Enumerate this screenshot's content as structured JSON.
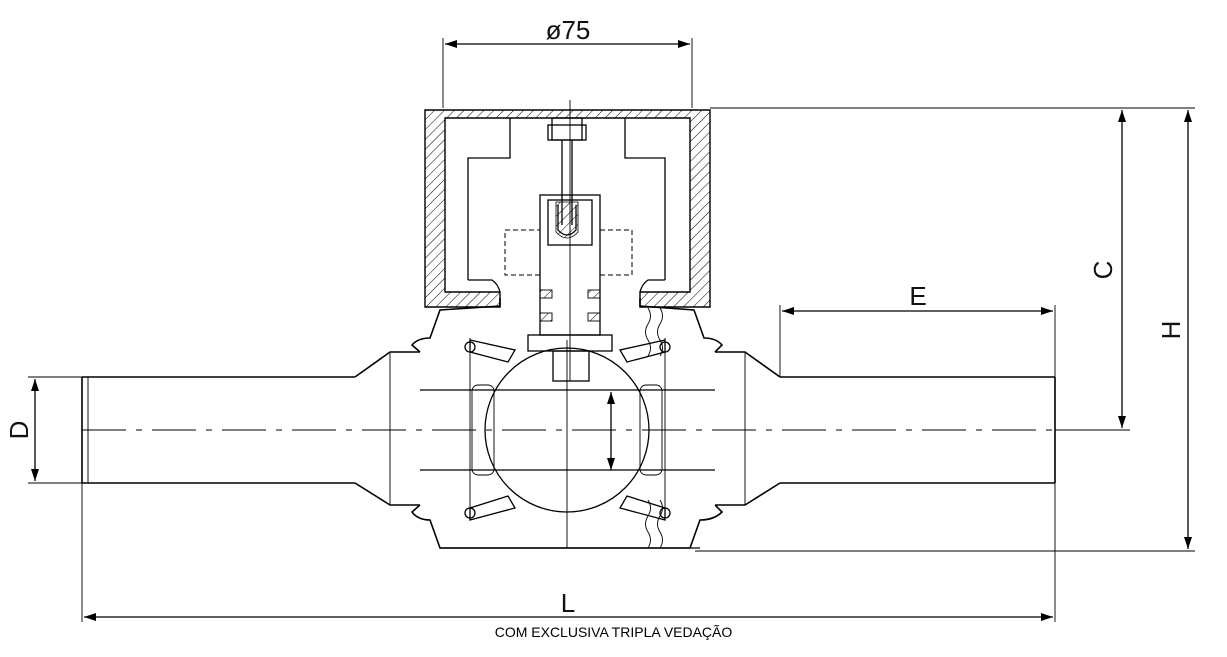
{
  "labels": {
    "diameter": "ø75",
    "C": "C",
    "H": "H",
    "E": "E",
    "D": "D",
    "L": "L",
    "caption": "COM EXCLUSIVA TRIPLA VEDAÇÃO"
  }
}
